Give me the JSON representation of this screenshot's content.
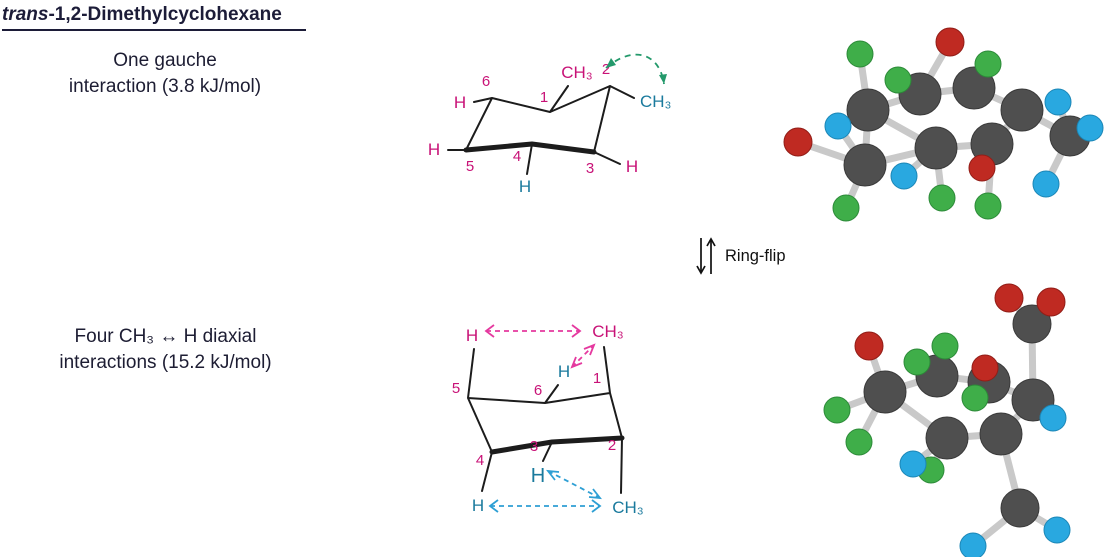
{
  "title": {
    "italic_part": "trans",
    "rest": "-1,2-Dimethylcyclohexane"
  },
  "captions": {
    "top_line1": "One gauche",
    "top_line2": "interaction (3.8 kJ/mol)",
    "bottom_line1": "Four CH₃ ↔ H diaxial",
    "bottom_line2": "interactions (15.2 kJ/mol)"
  },
  "ring_flip_label": "Ring-flip",
  "top_chair": {
    "numbers": {
      "n1": "1",
      "n2": "2",
      "n3": "3",
      "n4": "4",
      "n5": "5",
      "n6": "6"
    },
    "ch3_axial": "CH₃",
    "ch3_equatorial": "CH₃",
    "h_c6": "H",
    "h_c5": "H",
    "h_c4": "H",
    "h_c3": "H"
  },
  "bottom_chair": {
    "numbers": {
      "n1": "1",
      "n2": "2",
      "n3": "3",
      "n4": "4",
      "n5": "5",
      "n6": "6"
    },
    "h_axial_top": "H",
    "ch3_axial_top": "CH₃",
    "h_inner": "H",
    "h_axial_inner": "H",
    "h_axial_bottom": "H",
    "ch3_axial_bottom": "CH₃"
  },
  "colors": {
    "label_magenta": "#c81277",
    "label_teal": "#1a7a9d",
    "arrow_green": "#23996b",
    "arrow_pink": "#e5399f",
    "arrow_blue": "#2e9fd4",
    "carbon": "#4f4f4f",
    "hydrogen_green": "#3fae49",
    "hydrogen_blue": "#29a8e0",
    "atom_red": "#bf2a22",
    "bond_stick": "#c9c9c9",
    "skeleton": "#1c1c1c",
    "text": "#1d1d33"
  }
}
